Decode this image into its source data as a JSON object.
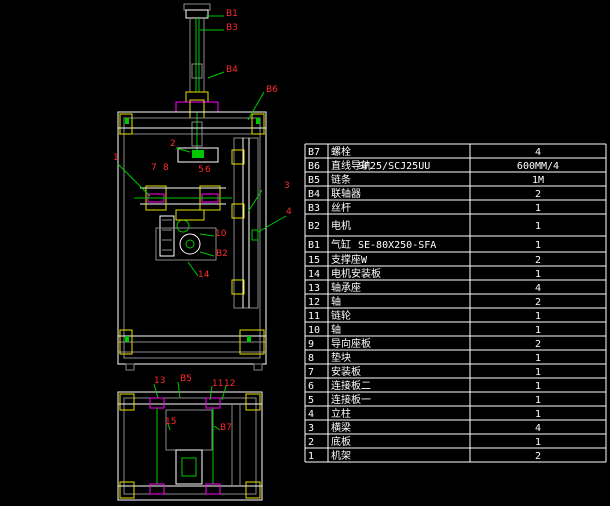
{
  "drawing": {
    "colors": {
      "background": "#000000",
      "outline": "#ffffff",
      "frame": "#8a8a8a",
      "structure": "#00c800",
      "part": "#e8e000",
      "accent": "#ff00ff",
      "callout": "#ff2a2a"
    },
    "callouts": [
      "B1",
      "B3",
      "B4",
      "B6",
      "1",
      "2",
      "5",
      "6",
      "7",
      "8",
      "3",
      "4",
      "10",
      "B2",
      "14",
      "13",
      "B5",
      "11",
      "12",
      "15",
      "B7"
    ]
  },
  "bom": {
    "rows": [
      {
        "id": "B7",
        "name": "螺栓",
        "spec": "",
        "qty": "4"
      },
      {
        "id": "B6",
        "name": "直线导轨",
        "spec": "SF25/SCJ25UU",
        "qty": "600MM/4"
      },
      {
        "id": "B5",
        "name": "链条",
        "spec": "",
        "qty": "1M"
      },
      {
        "id": "B4",
        "name": "联轴器",
        "spec": "",
        "qty": "2"
      },
      {
        "id": "B3",
        "name": "丝杆",
        "spec": "",
        "qty": "1"
      },
      {
        "id": "B2",
        "name": "电机",
        "spec": "",
        "qty": "1"
      },
      {
        "id": "B1",
        "name": "气缸",
        "spec": "SE-80X250-SFA",
        "qty": "1"
      },
      {
        "id": "15",
        "name": "支撑座W",
        "spec": "",
        "qty": "2"
      },
      {
        "id": "14",
        "name": "电机安装板",
        "spec": "",
        "qty": "1"
      },
      {
        "id": "13",
        "name": "轴承座",
        "spec": "",
        "qty": "4"
      },
      {
        "id": "12",
        "name": "轴",
        "spec": "",
        "qty": "2"
      },
      {
        "id": "11",
        "name": "链轮",
        "spec": "",
        "qty": "1"
      },
      {
        "id": "10",
        "name": "轴",
        "spec": "",
        "qty": "1"
      },
      {
        "id": "9",
        "name": "导向座板",
        "spec": "",
        "qty": "2"
      },
      {
        "id": "8",
        "name": "垫块",
        "spec": "",
        "qty": "1"
      },
      {
        "id": "7",
        "name": "安装板",
        "spec": "",
        "qty": "1"
      },
      {
        "id": "6",
        "name": "连接板二",
        "spec": "",
        "qty": "1"
      },
      {
        "id": "5",
        "name": "连接板一",
        "spec": "",
        "qty": "1"
      },
      {
        "id": "4",
        "name": "立柱",
        "spec": "",
        "qty": "1"
      },
      {
        "id": "3",
        "name": "横梁",
        "spec": "",
        "qty": "4"
      },
      {
        "id": "2",
        "name": "底板",
        "spec": "",
        "qty": "1"
      },
      {
        "id": "1",
        "name": "机架",
        "spec": "",
        "qty": "2"
      }
    ]
  }
}
